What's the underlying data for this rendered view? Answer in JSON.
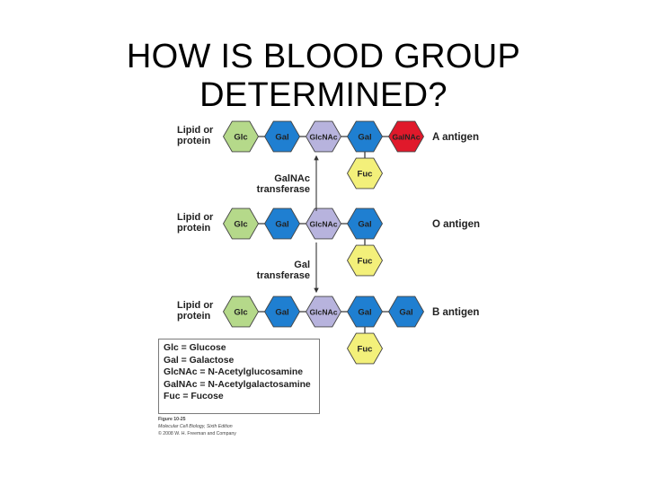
{
  "slide": {
    "title": "HOW IS BLOOD GROUP DETERMINED?"
  },
  "diagram": {
    "chains": [
      {
        "carrier": [
          "Lipid or",
          "protein"
        ],
        "units": [
          "Glc",
          "Gal",
          "GlcNAc",
          "Gal",
          "GalNAc"
        ],
        "branch": "Fuc",
        "label": "A antigen"
      },
      {
        "carrier": [
          "Lipid or",
          "protein"
        ],
        "units": [
          "Glc",
          "Gal",
          "GlcNAc",
          "Gal"
        ],
        "branch": "Fuc",
        "label": "O antigen"
      },
      {
        "carrier": [
          "Lipid or",
          "protein"
        ],
        "units": [
          "Glc",
          "Gal",
          "GlcNAc",
          "Gal",
          "Gal"
        ],
        "branch": "Fuc",
        "label": "B antigen"
      }
    ],
    "enzymes": [
      {
        "lines": [
          "GalNAc",
          "transferase"
        ],
        "arrow": "up"
      },
      {
        "lines": [
          "Gal",
          "transferase"
        ],
        "arrow": "down"
      }
    ],
    "colors": {
      "Glc": "#b5d98a",
      "Gal": "#1f7fd1",
      "GlcNAc": "#b7b3dd",
      "GalNAc": "#e0192b",
      "Fuc": "#f3f07a"
    }
  },
  "legend": {
    "lines": [
      "Glc = Glucose",
      "Gal = Galactose",
      "GlcNAc = N-Acetylglucosamine",
      "GalNAc = N-Acetylgalactosamine",
      "Fuc = Fucose"
    ]
  },
  "caption": {
    "figure": "Figure 10-25",
    "book": "Molecular Cell Biology, Sixth Edition",
    "copyright": "© 2008 W. H. Freeman and Company"
  }
}
